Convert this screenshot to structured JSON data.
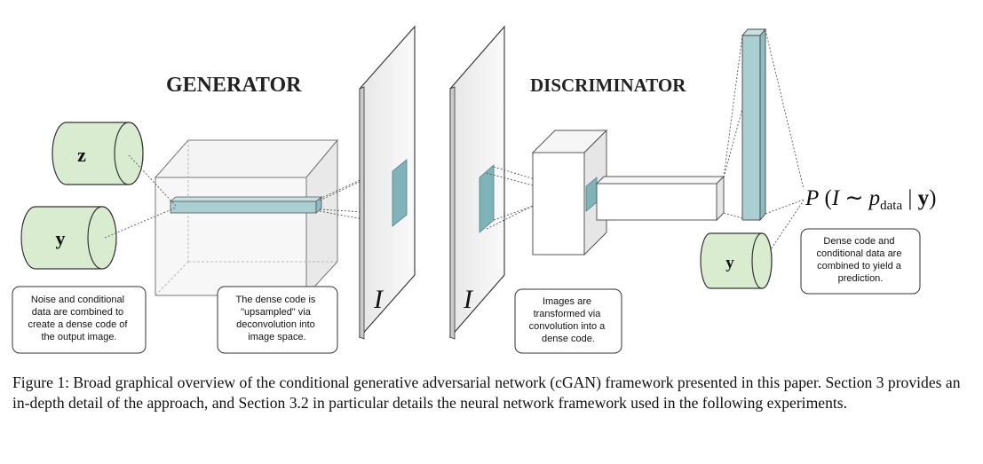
{
  "headings": {
    "generator": "GENERATOR",
    "discriminator": "DISCRIMINATOR"
  },
  "inputs": {
    "z": "z",
    "y": "y",
    "y_disc": "y"
  },
  "image_label": "I",
  "output_formula": "P (I ~ p_data | y)",
  "notes": {
    "noise": [
      "Noise and conditional",
      "data are combined to",
      "create a dense code of",
      "the output image."
    ],
    "upsample": [
      "The dense code is",
      "\"upsampled\" via",
      "deconvolution into",
      "image space."
    ],
    "convolve": [
      "Images are",
      "transformed via",
      "convolution into a",
      "dense code."
    ],
    "predict": [
      "Dense code and",
      "conditional data are",
      "combined to yield a",
      "prediction."
    ]
  },
  "caption": "Figure 1: Broad graphical overview of the conditional generative adversarial network (cGAN) framework presented in this paper. Section 3 provides an in-depth detail of the approach, and Section 3.2 in particular details the neural network framework used in the following experiments.",
  "colors": {
    "cylinder_fill": "#d9ecd0",
    "code_fill": "#a9cfd2",
    "panel_fill": "#f2f2f2",
    "box_fill": "#ffffff",
    "stroke": "#333333"
  }
}
